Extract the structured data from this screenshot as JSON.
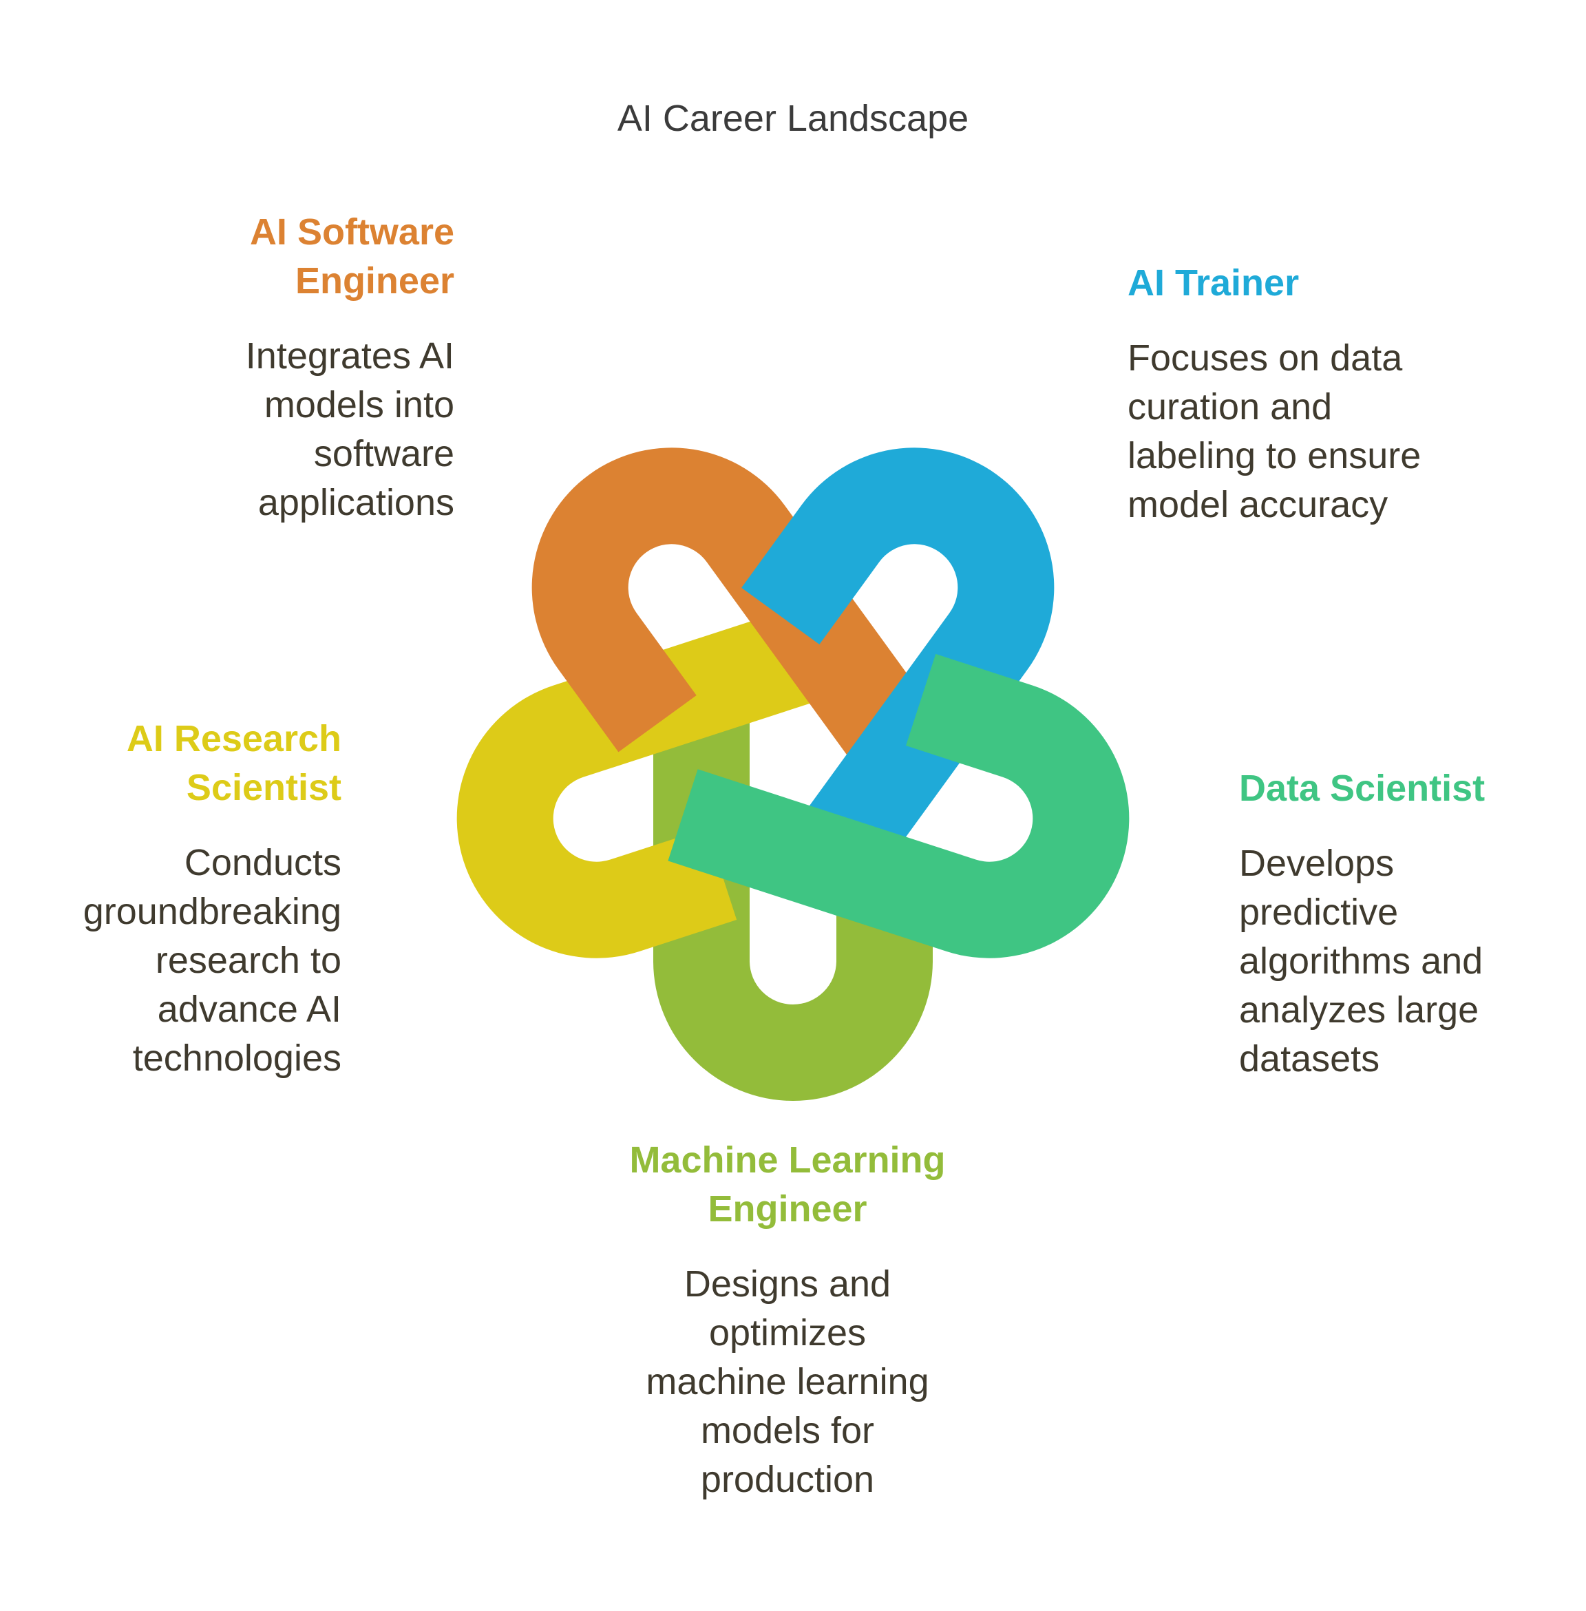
{
  "title": "AI Career Landscape",
  "colors": {
    "orange": "#DC8232",
    "blue": "#1FAAD8",
    "green": "#3FC583",
    "lime": "#93BC3A",
    "yellow": "#DDCB18",
    "body_text": "#3F3A2E"
  },
  "roles": {
    "software_engineer": {
      "title": "AI Software\nEngineer",
      "description": "Integrates AI\nmodels into\nsoftware\napplications",
      "color": "#DC8232"
    },
    "ai_trainer": {
      "title": "AI Trainer",
      "description": "Focuses on data\ncuration and\nlabeling to ensure\nmodel accuracy",
      "color": "#1FAAD8"
    },
    "research_scientist": {
      "title": "AI Research\nScientist",
      "description": "Conducts\ngroundbreaking\nresearch to\nadvance AI\ntechnologies",
      "color": "#DDCB18"
    },
    "data_scientist": {
      "title": "Data Scientist",
      "description": "Develops\npredictive\nalgorithms and\nanalyzes large\ndatasets",
      "color": "#3FC583"
    },
    "ml_engineer": {
      "title": "Machine Learning\nEngineer",
      "description": "Designs and\noptimizes\nmachine learning\nmodels for\nproduction",
      "color": "#93BC3A"
    }
  }
}
